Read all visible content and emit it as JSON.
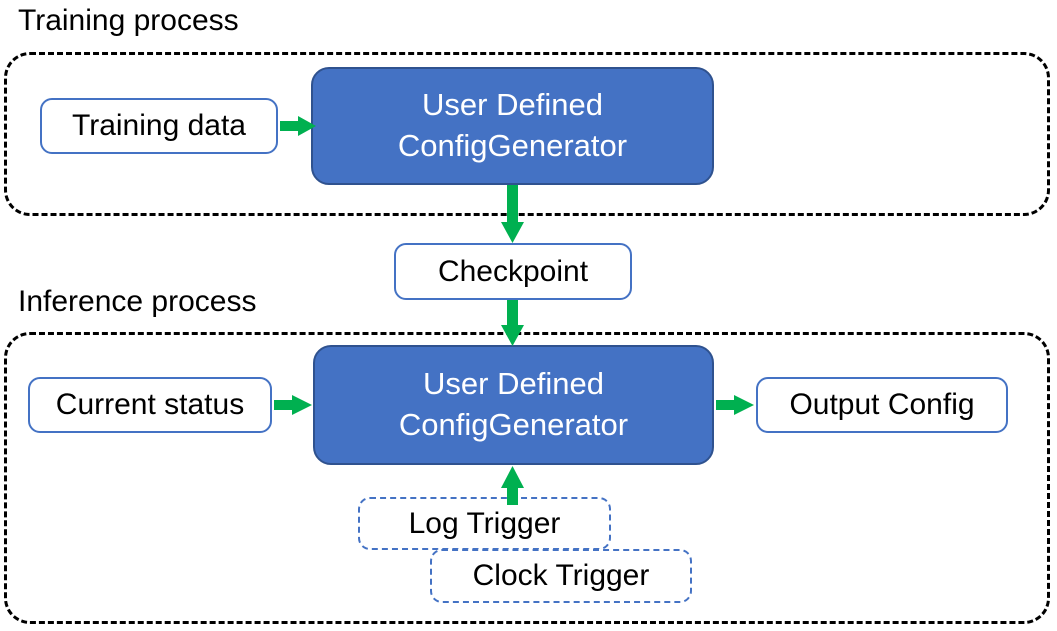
{
  "diagram": {
    "title_training": "Training process",
    "title_inference": "Inference process",
    "colors": {
      "process_fill": "#4472C4",
      "process_border": "#2F528F",
      "node_border": "#4472C4",
      "arrow": "#00B050",
      "group_border": "#000000",
      "process_text": "#FFFFFF",
      "node_text": "#000000"
    },
    "nodes": {
      "training_data": "Training data",
      "train_generator_line1": "User Defined",
      "train_generator_line2": "ConfigGenerator",
      "checkpoint": "Checkpoint",
      "current_status": "Current status",
      "inference_generator_line1": "User Defined",
      "inference_generator_line2": "ConfigGenerator",
      "output_config": "Output Config",
      "log_trigger": "Log Trigger",
      "clock_trigger": "Clock Trigger"
    },
    "edges": [
      {
        "name": "training-data-to-generator",
        "from": "Training data",
        "to": "User Defined ConfigGenerator",
        "direction": "right"
      },
      {
        "name": "generator-to-checkpoint",
        "from": "User Defined ConfigGenerator",
        "to": "Checkpoint",
        "direction": "down"
      },
      {
        "name": "checkpoint-to-inference-generator",
        "from": "Checkpoint",
        "to": "User Defined ConfigGenerator",
        "direction": "down"
      },
      {
        "name": "current-status-to-inference-generator",
        "from": "Current status",
        "to": "User Defined ConfigGenerator",
        "direction": "right"
      },
      {
        "name": "inference-generator-to-output-config",
        "from": "User Defined ConfigGenerator",
        "to": "Output Config",
        "direction": "right"
      },
      {
        "name": "triggers-to-inference-generator",
        "from": "Log Trigger / Clock Trigger",
        "to": "User Defined ConfigGenerator",
        "direction": "up"
      }
    ]
  }
}
